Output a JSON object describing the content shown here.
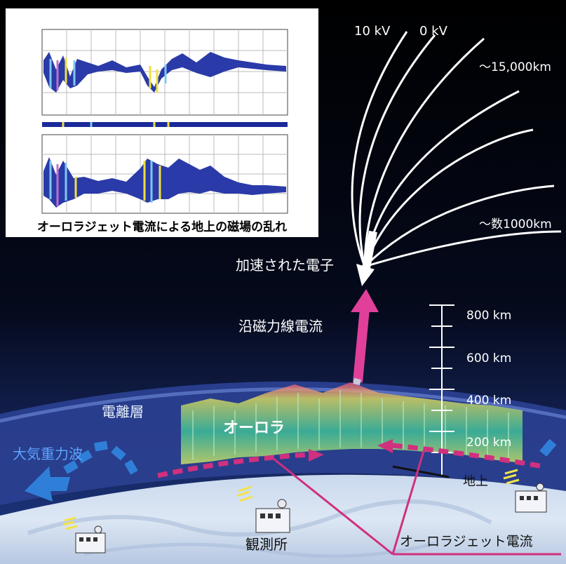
{
  "inset": {
    "caption": "オーロラジェット電流による地上の磁場の乱れ"
  },
  "labels": {
    "potential_10kv": "10 kV",
    "potential_0kv": "0 kV",
    "altitude_15000": "～15,000km",
    "altitude_several_thousand": "～数1000km",
    "accelerated_electrons": "加速された電子",
    "field_aligned_current": "沿磁力線電流",
    "ionosphere": "電離層",
    "aurora": "オーロラ",
    "gravity_wave": "大気重力波",
    "ground": "地上",
    "observatory": "観測所",
    "auroral_jet_current": "オーロラジェット電流"
  },
  "scale": {
    "ticks": [
      "800 km",
      "600 km",
      "400 km",
      "200 km"
    ]
  },
  "colors": {
    "field_current": "#e0409a",
    "gravity_wave": "#2f7fd8",
    "jet_current": "#d0307e",
    "sky_top": "#000000",
    "ionosphere_band": "#2a3f8f"
  }
}
